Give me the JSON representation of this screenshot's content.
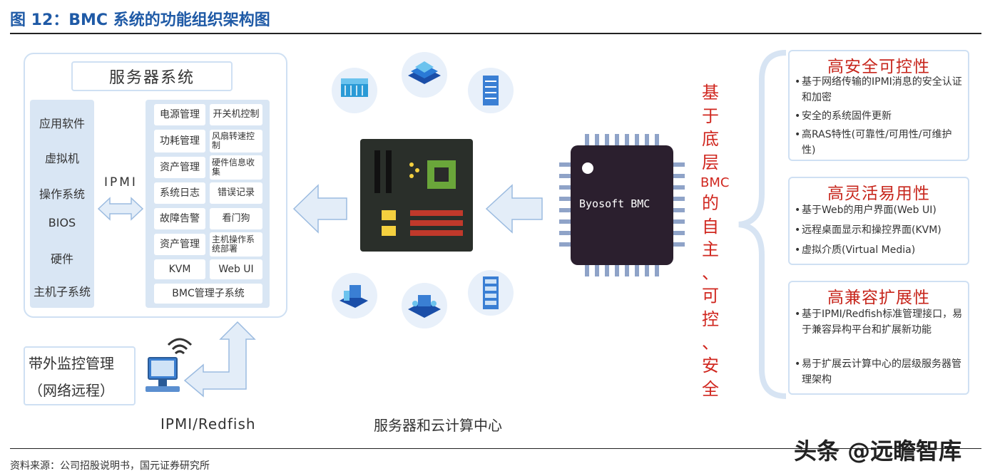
{
  "figure_title": "图 12：BMC 系统的功能组织架构图",
  "server": {
    "title": "服务器系统",
    "apps": [
      "应用软件",
      "虚拟机",
      "操作系统",
      "BIOS",
      "硬件",
      "主机子系统"
    ],
    "ipmi_label": "IPMI",
    "functions": [
      {
        "left": "电源管理",
        "right": "开关机控制"
      },
      {
        "left": "功耗管理",
        "right": "风扇转速控制"
      },
      {
        "left": "资产管理",
        "right": "硬件信息收集"
      },
      {
        "left": "系统日志",
        "right": "错误记录"
      },
      {
        "left": "故障告警",
        "right": "看门狗"
      },
      {
        "left": "资产管理",
        "right": "主机操作系统部署"
      },
      {
        "left": "KVM",
        "right": "Web UI"
      }
    ],
    "subsystem": "BMC管理子系统"
  },
  "oob": {
    "line1": "带外监控管理",
    "line2": "（网络远程）"
  },
  "ipmi_redfish": "IPMI/Redfish",
  "cloud_caption": "服务器和云计算中心",
  "chip_label": "Byosoft BMC",
  "vertical_text": [
    "基",
    "于",
    "底",
    "层",
    "BMC",
    "的",
    "自",
    "主",
    "、",
    "可",
    "控",
    "、",
    "安",
    "全"
  ],
  "panels": [
    {
      "title": "高安全可控性",
      "bullets": [
        "基于网络传输的IPMI消息的安全认证和加密",
        "安全的系统固件更新",
        "高RAS特性(可靠性/可用性/可维护性)"
      ]
    },
    {
      "title": "高灵活易用性",
      "bullets": [
        "基于Web的用户界面(Web UI)",
        "远程桌面显示和操控界面(KVM)",
        "虚拟介质(Virtual Media)"
      ]
    },
    {
      "title": "高兼容扩展性",
      "bullets": [
        "基于IPMI/Redfish标准管理接口，易于兼容异构平台和扩展新功能",
        "易于扩展云计算中心的层级服务器管理架构"
      ]
    }
  ],
  "source": "资料来源：公司招股说明书，国元证券研究所",
  "watermark": "头条 @远瞻智库",
  "colors": {
    "title_blue": "#1f5aa6",
    "accent_red": "#c7261c",
    "panel_border": "#cfe0f3",
    "arrow_fill": "#e3edf8"
  }
}
